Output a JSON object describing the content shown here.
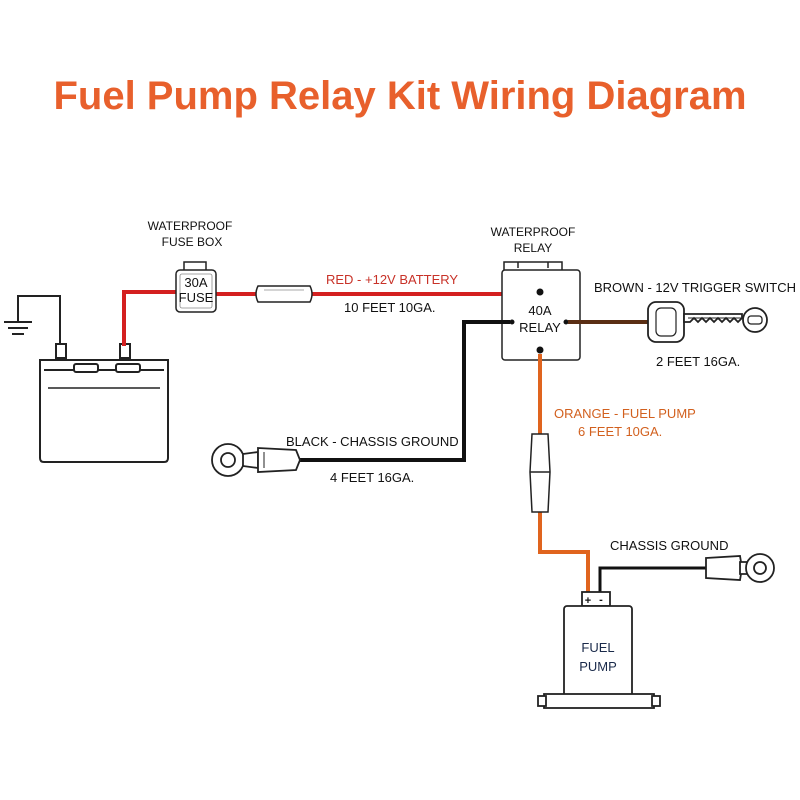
{
  "title": "Fuel Pump Relay Kit Wiring Diagram",
  "colors": {
    "title": "#e8602c",
    "red_wire": "#d42020",
    "brown_wire": "#5a2e14",
    "orange_wire": "#e0641e",
    "black_wire": "#111111",
    "red_label": "#c83228",
    "orange_label": "#d2601e"
  },
  "fuse_box": {
    "label_line1": "WATERPROOF",
    "label_line2": "FUSE BOX",
    "rating": "30A",
    "name": "FUSE"
  },
  "relay": {
    "label_line1": "WATERPROOF",
    "label_line2": "RELAY",
    "rating": "40A",
    "name": "RELAY"
  },
  "wires": {
    "red": {
      "name": "RED - +12V BATTERY",
      "length": "10 FEET 10GA."
    },
    "brown": {
      "name": "BROWN - 12V TRIGGER SWITCH",
      "length": "2 FEET 16GA."
    },
    "black": {
      "name": "BLACK - CHASSIS GROUND",
      "length": "4 FEET 16GA."
    },
    "orange": {
      "name": "ORANGE - FUEL PUMP",
      "length": "6 FEET 10GA."
    }
  },
  "pump": {
    "line1": "FUEL",
    "line2": "PUMP",
    "plus": "+",
    "minus": "-",
    "ground_label": "CHASSIS GROUND"
  },
  "icons": [
    "ground-symbol-icon",
    "battery-icon",
    "key-icon",
    "ring-terminal-icon",
    "inline-fuse-holder-icon",
    "butt-connector-icon"
  ]
}
